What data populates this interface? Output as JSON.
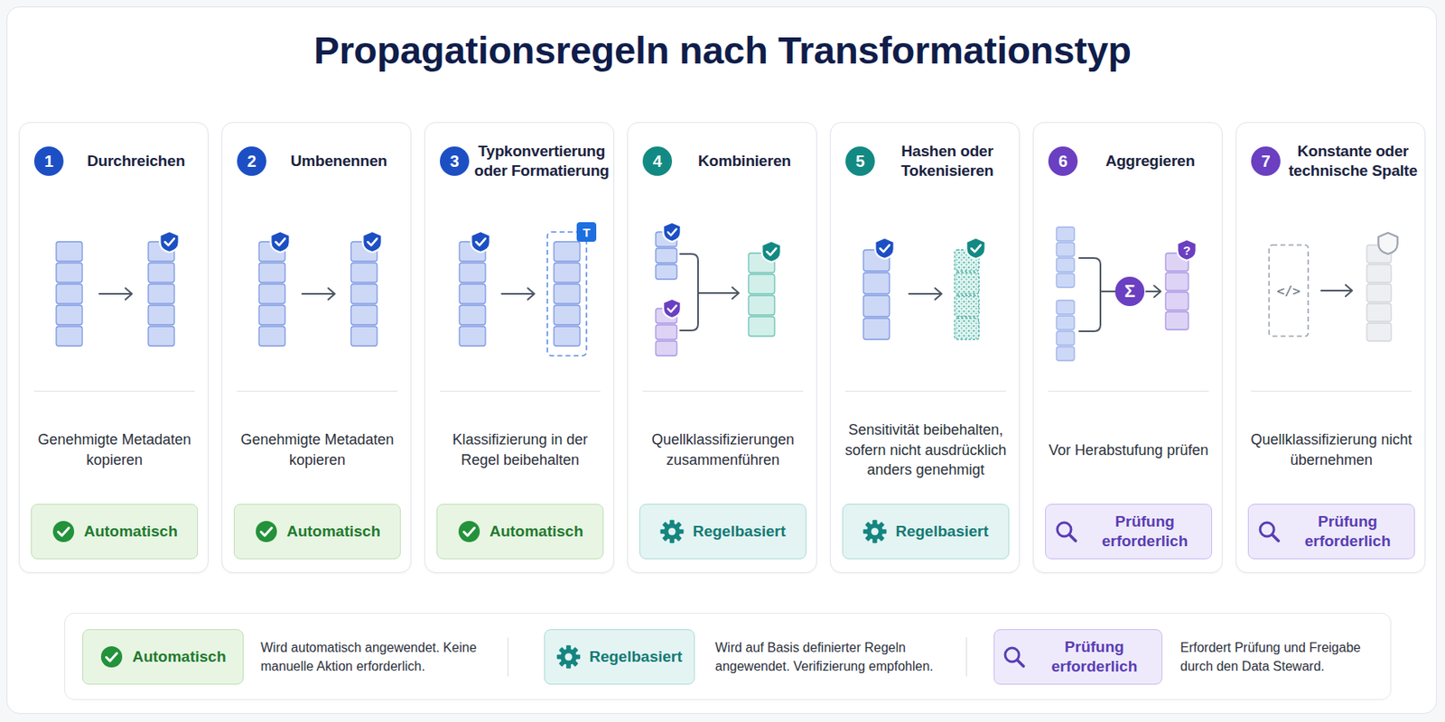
{
  "diagram": {
    "title": "Propagationsregeln nach Transformationstyp",
    "nodes": [
      {
        "text": [
          "Durchreichen",
          "Genehmigte Metadaten kopieren"
        ]
      },
      {
        "text": [
          "1"
        ],
        "in": 0
      },
      {
        "text": [
          "Automatisch"
        ],
        "in": 0
      },
      {
        "text": [
          "Umbenennen",
          "Genehmigte Metadaten kopieren"
        ]
      },
      {
        "text": [
          "2"
        ],
        "in": 3
      },
      {
        "text": [
          "Automatisch"
        ],
        "in": 3
      },
      {
        "text": [
          "Typkonvertierung oder Formatierung",
          "Klassifizierung in der Regel beibehalten"
        ]
      },
      {
        "text": [
          "3"
        ],
        "in": 6
      },
      {
        "text": [
          "Automatisch"
        ],
        "in": 6
      },
      {
        "text": [
          "Kombinieren",
          "Quellklassifizierungen zusammenführen"
        ]
      },
      {
        "text": [
          "4"
        ],
        "in": 9
      },
      {
        "text": [
          "Regelbasiert"
        ],
        "in": 9
      },
      {
        "text": [
          "Hashen oder Tokenisieren",
          "Sensitivität beibehalten, sofern nicht ausdrücklich anders genehmigt"
        ]
      },
      {
        "text": [
          "5"
        ],
        "in": 12
      },
      {
        "text": [
          "Regelbasiert"
        ],
        "in": 12
      },
      {
        "text": [
          "Aggregieren",
          "Vor Herabstufung prüfen"
        ]
      },
      {
        "text": [
          "6"
        ],
        "in": 15
      },
      {
        "text": [
          "Prüfung erforderlich"
        ],
        "in": 15
      },
      {
        "text": [
          "Konstante oder technische Spalte",
          "Quellklassifizierung nicht übernehmen"
        ]
      },
      {
        "text": [
          "7"
        ],
        "in": 18
      },
      {
        "text": [
          "Prüfung erforderlich"
        ],
        "in": 18
      },
      {
        "text": [
          "Automatisch"
        ]
      },
      {
        "text": [
          "Regelbasiert"
        ]
      },
      {
        "text": [
          "Prüfung erforderlich"
        ]
      }
    ],
    "labels": [
      "T",
      "Σ",
      "?",
      "</>"
    ],
    "legend": [
      {
        "text": "Wird automatisch angewendet. Keine manuelle Aktion erforderlich.",
        "color": "#e8f5e3"
      },
      {
        "text": "Wird auf Basis definierter Regeln angewendet. Verifizierung empfohlen.",
        "color": "#e3f4f3"
      },
      {
        "text": "Erfordert Prüfung und Freigabe durch den Data Steward.",
        "color": "#eeeafb"
      }
    ]
  }
}
